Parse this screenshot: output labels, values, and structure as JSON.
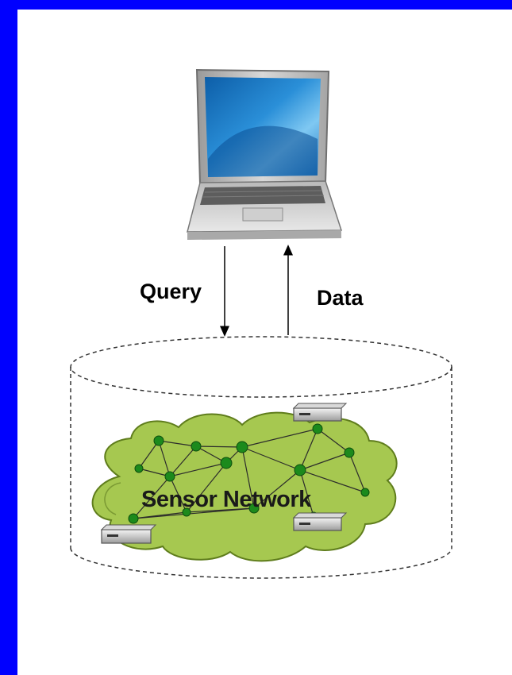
{
  "labels": {
    "query": "Query",
    "data": "Data",
    "network": "Sensor Network"
  },
  "colors": {
    "border": "#0000ff",
    "background": "#ffffff",
    "cloud": "#a6c850",
    "node": "#1c8a1c",
    "link": "#333333"
  },
  "icons": [
    "laptop-icon",
    "sensor-device-icon",
    "cloud-icon"
  ]
}
